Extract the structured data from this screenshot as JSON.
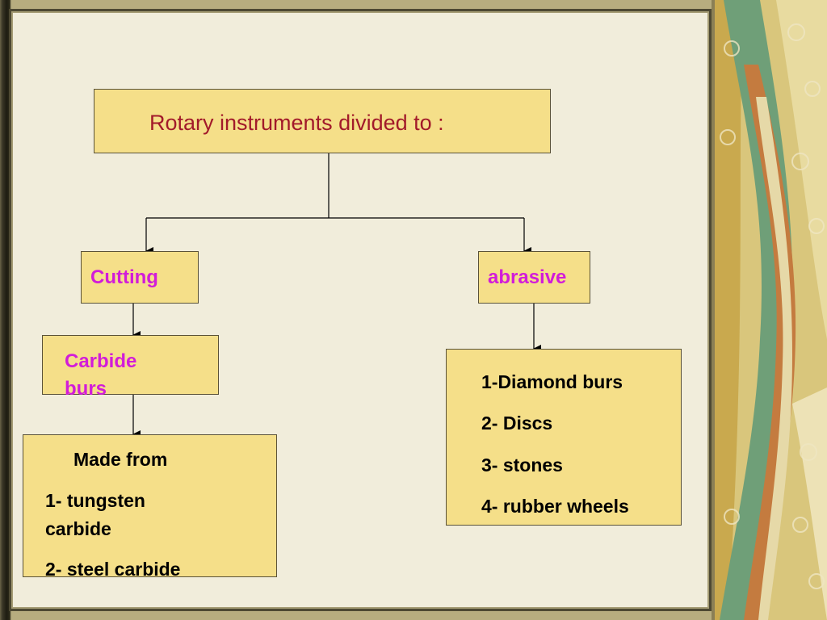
{
  "diagram": {
    "root": {
      "label": "Rotary instruments divided to :"
    },
    "cutting": {
      "label": "Cutting",
      "child": {
        "label_line1": "Carbide",
        "label_line2": "burs",
        "detail": {
          "heading": "Made from",
          "item1_line1": "1- tungsten",
          "item1_line2": "carbide",
          "item2": "2- steel carbide"
        }
      }
    },
    "abrasive": {
      "label": "abrasive",
      "items": [
        "1-Diamond burs",
        "2- Discs",
        "3- stones",
        "4- rubber wheels"
      ]
    }
  },
  "colors": {
    "box_fill": "#f5df89",
    "title_text": "#a21a2a",
    "category_text": "#d21cd9",
    "background": "#f1eddb"
  }
}
